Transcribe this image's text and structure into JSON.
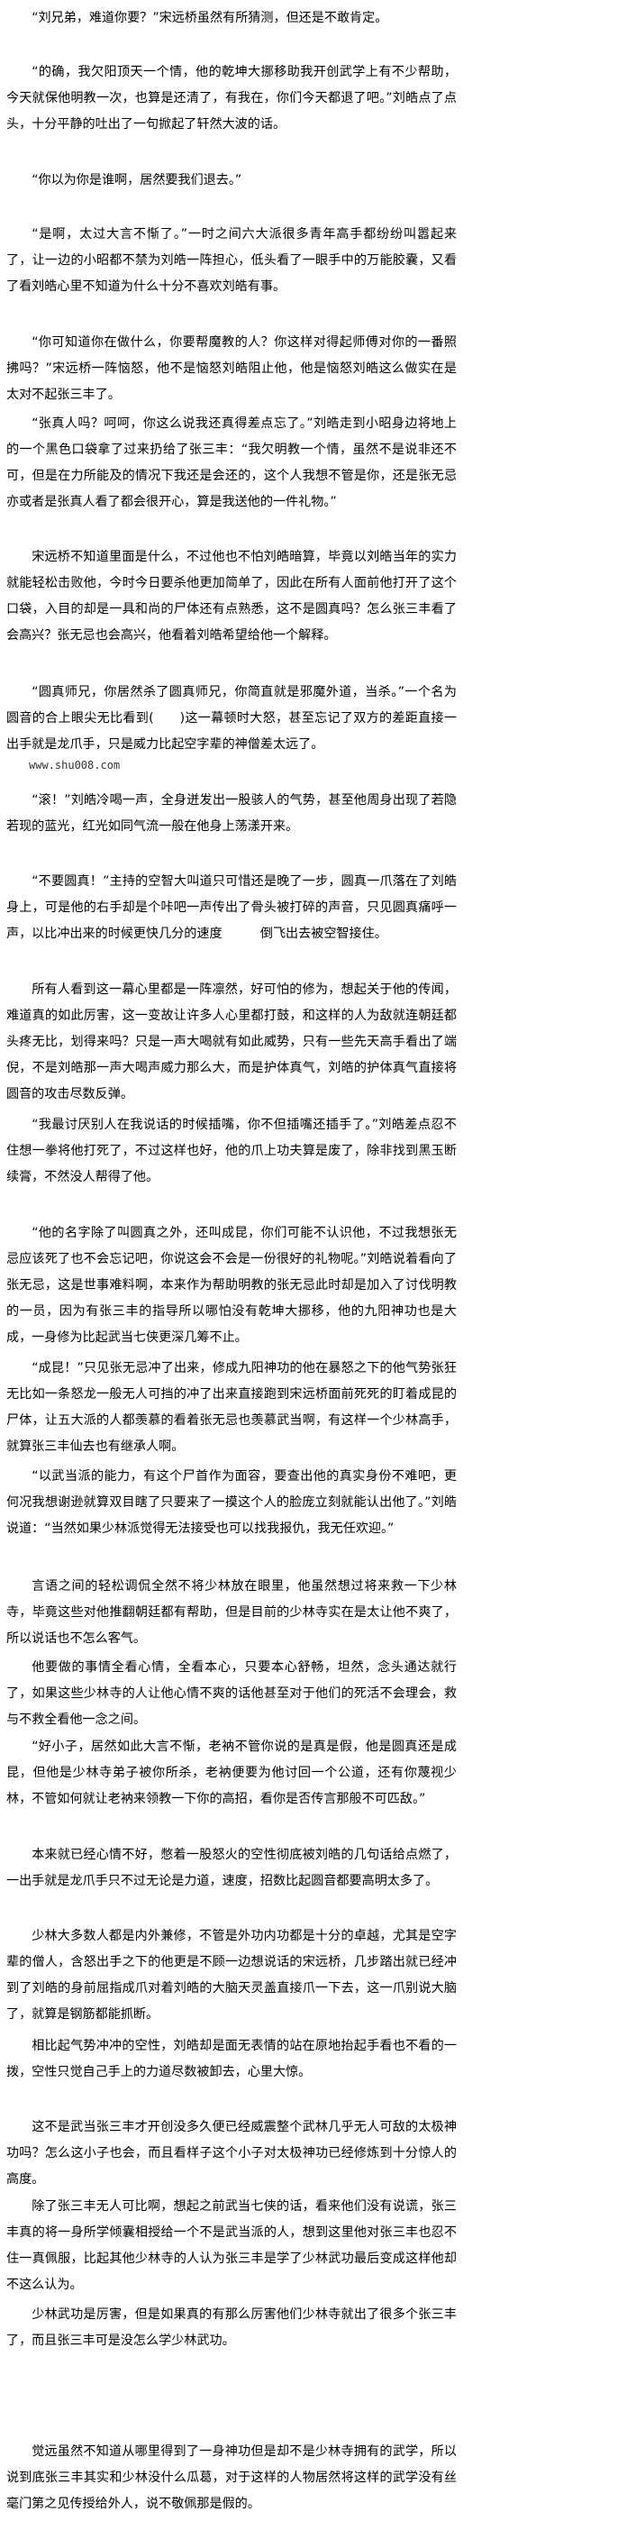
{
  "paragraphs": [
    "“刘兄弟，难道你要？”宋远桥虽然有所猜测，但还是不敢肯定。",
    "“的确，我欠阳顶天一个情，他的乾坤大挪移助我开创武学上有不少帮助，今天就保他明教一次，也算是还清了，有我在，你们今天都退了吧。”刘皓点了点头，十分平静的吐出了一句掀起了轩然大波的话。",
    "“你以为你是谁啊，居然要我们退去。”",
    "“是啊，太过大言不惭了。”一时之间六大派很多青年高手都纷纷叫嚣起来了，让一边的小昭都不禁为刘皓一阵担心，低头看了一眼手中的万能胶囊，又看了看刘皓心里不知道为什么十分不喜欢刘皓有事。",
    "“你可知道你在做什么，你要帮魔教的人？你这样对得起师傅对你的一番照拂吗？”宋远桥一阵恼怒，他不是恼怒刘皓阻止他，他是恼怒刘皓这么做实在是太对不起张三丰了。",
    "“张真人吗？呵呵，你这么说我还真得差点忘了。”刘皓走到小昭身边将地上的一个黑色口袋拿了过来扔给了张三丰：“我欠明教一个情，虽然不是说非还不可，但是在力所能及的情况下我还是会还的，这个人我想不管是你，还是张无忌亦或者是张真人看了都会很开心，算是我送他的一件礼物。”",
    "宋远桥不知道里面是什么，不过他也不怕刘皓暗算，毕竟以刘皓当年的实力就能轻松击败他，今时今日要杀他更加简单了，因此在所有人面前他打开了这个口袋，入目的却是一具和尚的尸体还有点熟悉，这不是圆真吗？怎么张三丰看了会高兴？张无忌也会高兴，他看着刘皓希望给他一个解释。",
    "“圆真师兄，你居然杀了圆真师兄，你简直就是邪魔外道，当杀。”一个名为圆音的合上眼尖无比看到(　　)这一幕顿时大怒，甚至忘记了双方的差距直接一出手就是龙爪手，只是威力比起空字辈的神僧差太远了。",
    "“滚！”刘皓冷喝一声，全身迸发出一股骇人的气势，甚至他周身出现了若隐若现的蓝光，红光如同气流一般在他身上荡漾开来。",
    "“不要圆真！”主持的空智大叫道只可惜还是晚了一步，圆真一爪落在了刘皓身上，可是他的右手却是个咔吧一声传出了骨头被打碎的声音，只见圆真痛呼一声，以比冲出来的时候更快几分的速度　　　倒飞出去被空智接住。",
    "所有人看到这一幕心里都是一阵凛然，好可怕的修为，想起关于他的传闻，难道真的如此厉害，这一变故让许多人心里都打鼓，和这样的人为敌就连朝廷都头疼无比，划得来吗？只是一声大喝就有如此威势，只有一些先天高手看出了端倪，不是刘皓那一声大喝声威力那么大，而是护体真气，刘皓的护体真气直接将圆音的攻击尽数反弹。",
    "“我最讨厌别人在我说话的时候插嘴，你不但插嘴还插手了。”刘皓差点忍不住想一拳将他打死了，不过这样也好，他的爪上功夫算是废了，除非找到黑玉断续膏，不然没人帮得了他。",
    "“他的名字除了叫圆真之外，还叫成昆，你们可能不认识他，不过我想张无忌应该死了也不会忘记吧，你说这会不会是一份很好的礼物呢。”刘皓说着看向了张无忌，这是世事难料啊，本来作为帮助明教的张无忌此时却是加入了讨伐明教的一员，因为有张三丰的指导所以哪怕没有乾坤大挪移，他的九阳神功也是大成，一身修为比起武当七侠更深几筹不止。",
    "“成昆！”只见张无忌冲了出来，修成九阳神功的他在暴怒之下的他气势张狂无比如一条怒龙一般无人可挡的冲了出来直接跑到宋远桥面前死死的盯着成昆的尸体，让五大派的人都羡慕的看着张无忌也羡慕武当啊，有这样一个少林高手，就算张三丰仙去也有继承人啊。",
    "“以武当派的能力，有这个尸首作为面容，要查出他的真实身份不难吧，更何况我想谢逊就算双目瞎了只要来了一摸这个人的脸庞立刻就能认出他了。”刘皓说道：“当然如果少林派觉得无法接受也可以找我报仇，我无任欢迎。”",
    "言语之间的轻松调侃全然不将少林放在眼里，他虽然想过将来救一下少林寺，毕竟这些对他推翻朝廷都有帮助，但是目前的少林寺实在是太让他不爽了，所以说话也不怎么客气。",
    "他要做的事情全看心情，全看本心，只要本心舒畅，坦然，念头通达就行了，如果这些少林寺的人让他心情不爽的话他甚至对于他们的死活不会理会，救与不救全看他一念之间。",
    "“好小子，居然如此大言不惭，老衲不管你说的是真是假，他是圆真还是成昆，但他是少林寺弟子被你所杀，老衲便要为他讨回一个公道，还有你蔑视少林，不管如何就让老衲来领教一下你的高招，看你是否传言那般不可匹敌。”",
    "本来就已经心情不好，憋着一股怒火的空性彻底被刘皓的几句话给点燃了，一出手就是龙爪手只不过无论是力道，速度，招数比起圆音都要高明太多了。",
    "少林大多数人都是内外兼修，不管是外功内功都是十分的卓越，尤其是空字辈的僧人，含怒出手之下的他更是不顾一边想说话的宋远桥，几步踏出就已经冲到了刘皓的身前屈指成爪对着刘皓的大脑天灵盖直接爪一下去，这一爪别说大脑了，就算是钢筋都能抓断。",
    "相比起气势冲冲的空性，刘皓却是面无表情的站在原地抬起手看也不看的一拨，空性只觉自己手上的力道尽数被卸去，心里大惊。",
    "这不是武当张三丰才开创没多久便已经威震整个武林几乎无人可敌的太极神功吗？怎么这小子也会，而且看样子这个小子对太极神功已经修炼到十分惊人的高度。",
    "除了张三丰无人可比啊，想起之前武当七侠的话，看来他们没有说谎，张三丰真的将一身所学倾囊相授给一个不是武当派的人，想到这里他对张三丰也忍不住一真佩服，比起其他少林寺的人认为张三丰是学了少林武功最后变成这样他却不这么认为。",
    "少林武功是厉害，但是如果真的有那么厉害他们少林寺就出了很多个张三丰了，而且张三丰可是没怎么学少林武功。",
    "觉远虽然不知道从哪里得到了一身神功但是却不是少林寺拥有的武学，所以说到底张三丰其实和少林没什么瓜葛，对于这样的人物居然将这样的武学没有丝毫门第之见传授给外人，说不敬佩那是假的。"
  ],
  "watermark": "www.shu008.com"
}
